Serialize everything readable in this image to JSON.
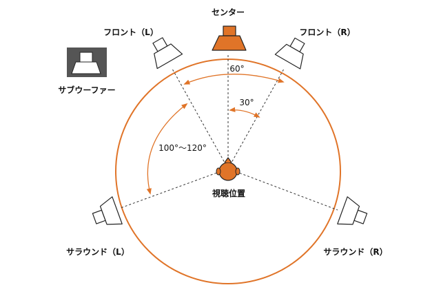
{
  "labels": {
    "center": "センター",
    "front_left": "フロント（L）",
    "front_right": "フロント（R）",
    "subwoofer": "サブウーファー",
    "surround_left": "サラウンド（L）",
    "surround_right": "サラウンド（R）",
    "listening_position": "視聴位置",
    "angle_60": "60°",
    "angle_30": "30°",
    "angle_surround": "100°～120°"
  },
  "icons": {
    "speaker": "speaker-icon",
    "subwoofer": "subwoofer-icon",
    "listener": "listener-head-icon"
  },
  "colors": {
    "accent": "#e07428",
    "line": "#333333",
    "subwoofer_bg": "#555555"
  }
}
